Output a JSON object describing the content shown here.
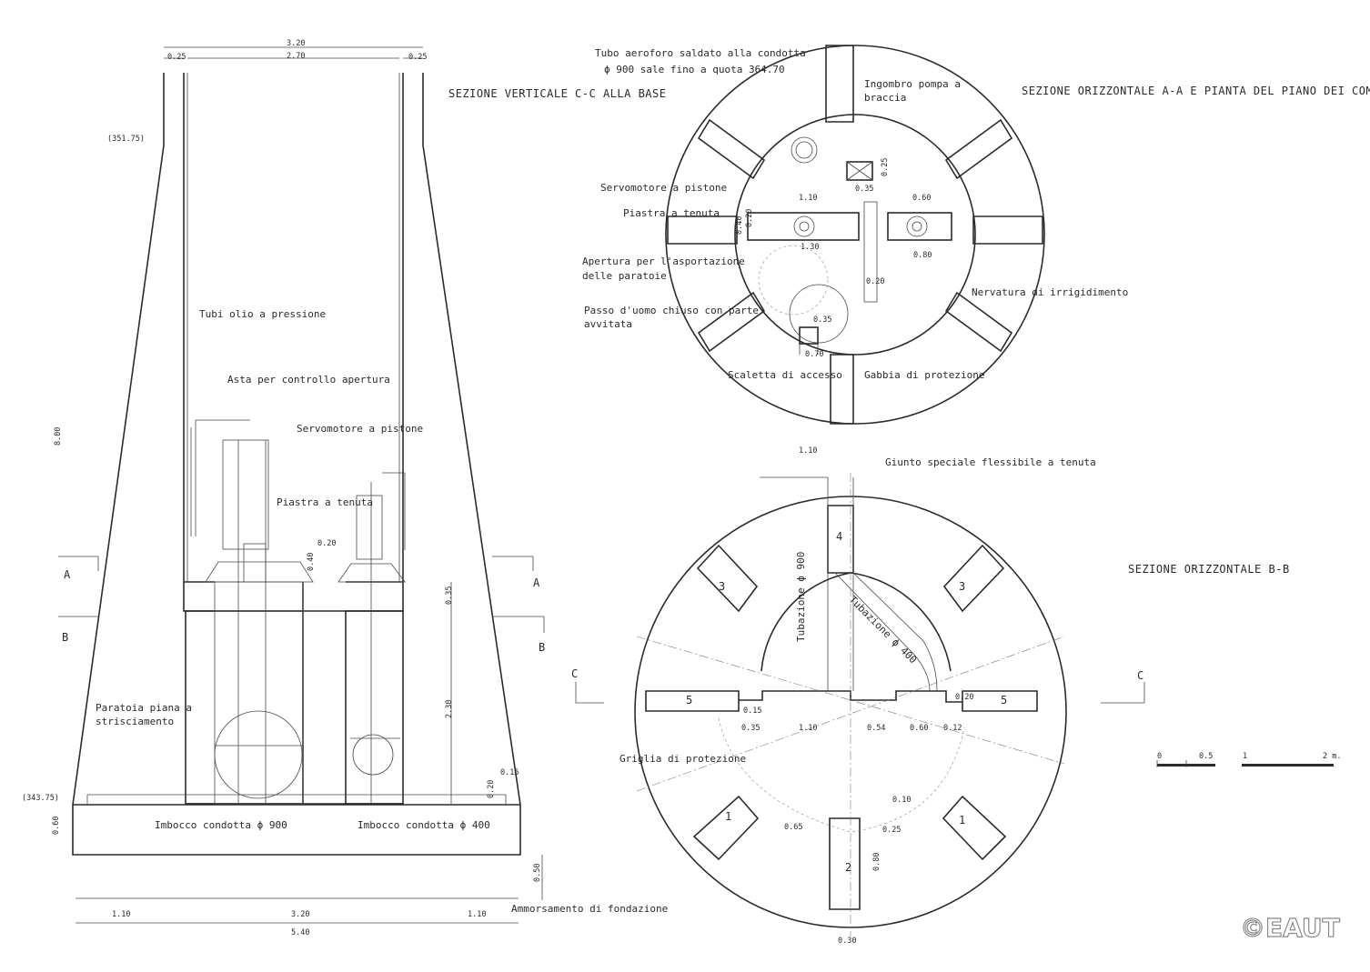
{
  "titles": {
    "vertical": "SEZIONE VERTICALE C-C ALLA BASE",
    "horizontal_aa": "SEZIONE ORIZZONTALE A-A E PIANTA DEL PIANO DEI COMANDI",
    "horizontal_bb": "SEZIONE ORIZZONTALE B-B"
  },
  "labels_vertical": {
    "tubi_olio": "Tubi olio a pressione",
    "asta": "Asta per controllo apertura",
    "servomotore": "Servomotore a pistone",
    "piastra": "Piastra a tenuta",
    "paratoia_1": "Paratoia piana a",
    "paratoia_2": "strisciamento",
    "imbocco_900": "Imbocco condotta ϕ 900",
    "imbocco_400": "Imbocco condotta ϕ 400",
    "ammorsamento": "Ammorsamento di fondazione",
    "level_top": "(351.75)",
    "level_bottom": "(343.75)"
  },
  "labels_aa": {
    "tubo_1": "Tubo aeroforo saldato alla condotta",
    "tubo_2": "ϕ 900 sale fino a quota 364.70",
    "ingombro_1": "Ingombro pompa a",
    "ingombro_2": "braccia",
    "servomotore": "Servomotore a pistone",
    "piastra": "Piastra a tenuta",
    "apertura_1": "Apertura per l'asportazione",
    "apertura_2": "delle paratoie",
    "passo_1": "Passo d'uomo chiuso con parte",
    "passo_2": "avvitata",
    "nervatura": "Nervatura di irrigidimento",
    "scaletta": "Scaletta di accesso",
    "gabbia": "Gabbia di protezione"
  },
  "labels_bb": {
    "giunto": "Giunto speciale flessibile a tenuta",
    "tubazione_900": "Tubazione ϕ 900",
    "tubazione_400": "Tubazione ϕ 400",
    "griglia": "Griglia di protezione",
    "n1a": "1",
    "n1b": "1",
    "n2": "2",
    "n3a": "3",
    "n3b": "3",
    "n4": "4",
    "n5a": "5",
    "n5b": "5"
  },
  "section_marks": {
    "a": "A",
    "b": "B",
    "c": "C"
  },
  "dimensions_vertical": {
    "d_320": "3.20",
    "d_270": "2.70",
    "d_025a": "0.25",
    "d_025b": "0.25",
    "d_800": "8.00",
    "d_020": "0.20",
    "d_040": "0.40",
    "d_035": "0.35",
    "d_230": "2.30",
    "d_015": "0.15",
    "d_020b": "0.20",
    "d_060": "0.60",
    "d_050": "0.50",
    "d_110a": "1.10",
    "d_320b": "3.20",
    "d_110b": "1.10",
    "d_540": "5.40"
  },
  "dimensions_aa": {
    "d_110": "1.10",
    "d_035": "0.35",
    "d_025": "0.25",
    "d_060": "0.60",
    "d_040": "0.40",
    "d_020": "0.20",
    "d_130": "1.30",
    "d_080": "0.80",
    "d_020b": "0.20",
    "d_035b": "0.35",
    "d_070": "0.70"
  },
  "dimensions_bb": {
    "d_110": "1.10",
    "d_015": "0.15",
    "d_035": "0.35",
    "d_110b": "1.10",
    "d_054": "0.54",
    "d_060": "0.60",
    "d_012": "0.12",
    "d_020": "0.20",
    "d_010": "0.10",
    "d_065": "0.65",
    "d_025": "0.25",
    "d_080": "0.80",
    "d_030": "0.30"
  },
  "scale_bar": {
    "s0": "0",
    "s05": "0.5",
    "s1": "1",
    "s2": "2 m."
  },
  "watermark": "©EAUT"
}
